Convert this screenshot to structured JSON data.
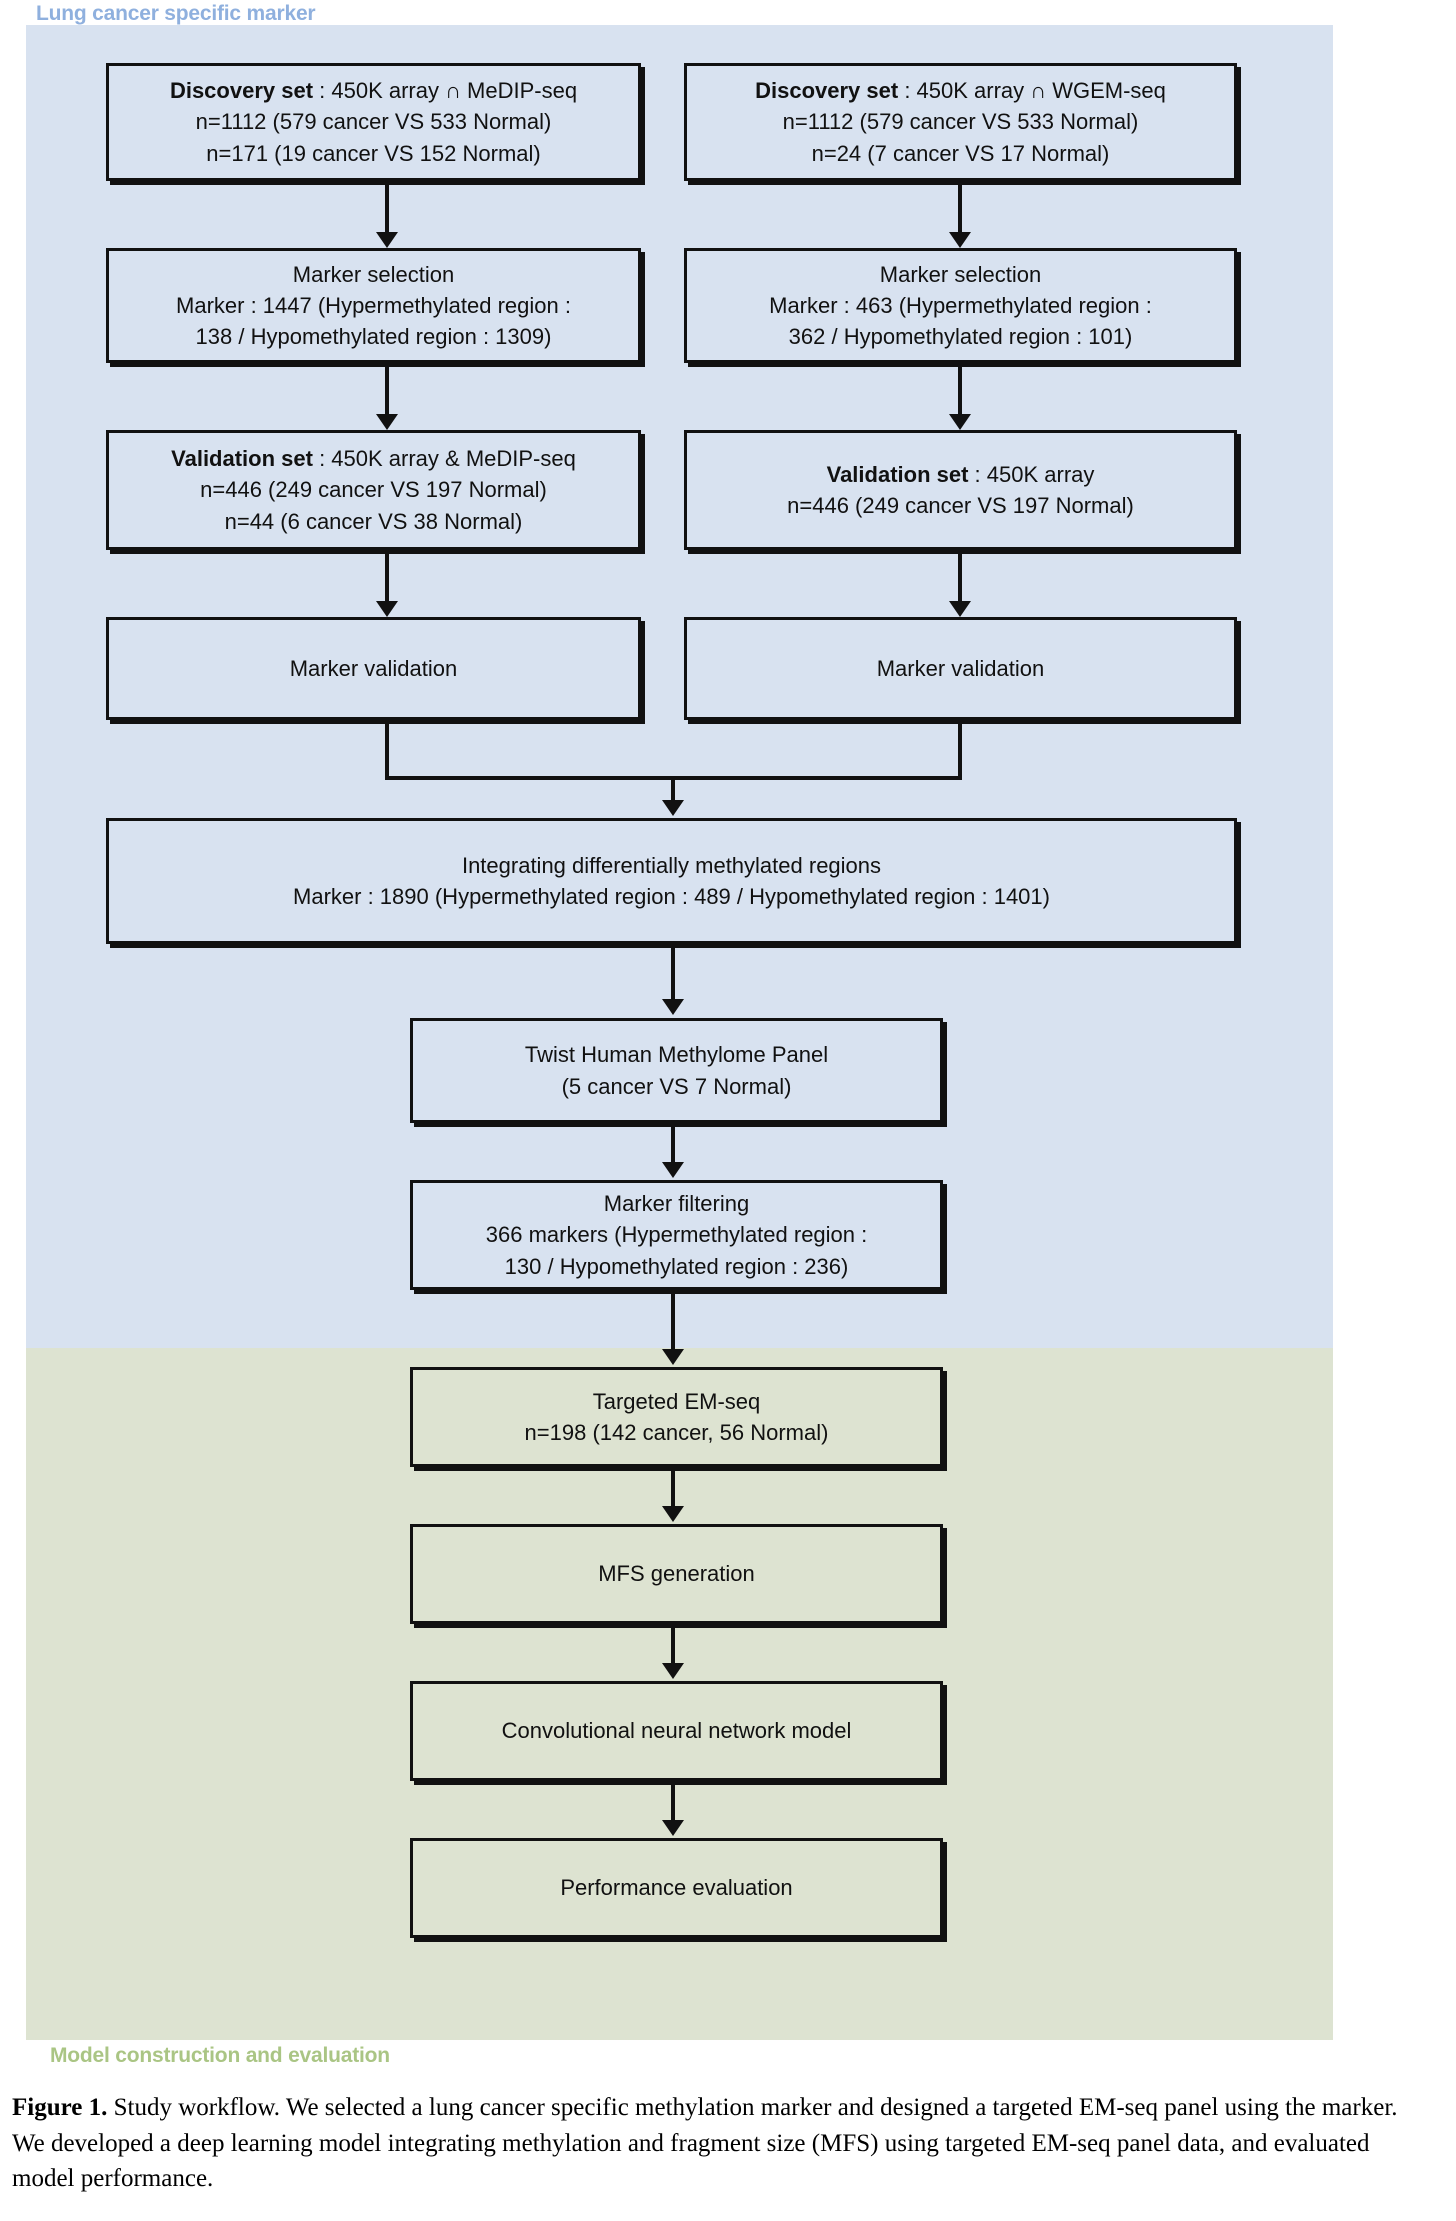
{
  "sections": {
    "top": {
      "label": "Lung cancer specific marker",
      "color": "#8fb0de",
      "background": "#d8e2f0"
    },
    "bottom": {
      "label": "Model construction and evaluation",
      "color": "#aac584",
      "background": "#dde3d1"
    }
  },
  "nodes": {
    "discovery_left": {
      "line1_bold": "Discovery set",
      "line1_rest": " : 450K array ∩ MeDIP-seq",
      "line2": "n=1112 (579 cancer VS 533 Normal)",
      "line3": "n=171 (19 cancer VS 152 Normal)"
    },
    "discovery_right": {
      "line1_bold": "Discovery set",
      "line1_rest": " : 450K array ∩ WGEM-seq",
      "line2": "n=1112 (579 cancer VS 533 Normal)",
      "line3": "n=24 (7 cancer VS 17 Normal)"
    },
    "marker_selection_left": {
      "line1": "Marker selection",
      "line2": "Marker : 1447 (Hypermethylated region :",
      "line3": "138 / Hypomethylated region : 1309)"
    },
    "marker_selection_right": {
      "line1": "Marker selection",
      "line2": "Marker : 463 (Hypermethylated region :",
      "line3": "362 / Hypomethylated region : 101)"
    },
    "validation_left": {
      "line1_bold": "Validation set",
      "line1_rest": " : 450K array & MeDIP-seq",
      "line2": "n=446 (249 cancer VS 197 Normal)",
      "line3": "n=44 (6 cancer VS 38 Normal)"
    },
    "validation_right": {
      "line1_bold": "Validation set",
      "line1_rest": " : 450K array",
      "line2": "n=446 (249 cancer VS 197 Normal)"
    },
    "marker_validation_left": {
      "line1": "Marker validation"
    },
    "marker_validation_right": {
      "line1": "Marker validation"
    },
    "integrating": {
      "line1": "Integrating differentially methylated regions",
      "line2": "Marker : 1890 (Hypermethylated region : 489 / Hypomethylated region : 1401)"
    },
    "twist_panel": {
      "line1": "Twist Human Methylome Panel",
      "line2": "(5 cancer VS 7 Normal)"
    },
    "marker_filtering": {
      "line1": "Marker filtering",
      "line2": "366 markers (Hypermethylated region :",
      "line3": "130 / Hypomethylated region : 236)"
    },
    "targeted_emseq": {
      "line1": "Targeted EM-seq",
      "line2": "n=198 (142 cancer, 56 Normal)"
    },
    "mfs_generation": {
      "line1": "MFS generation"
    },
    "cnn_model": {
      "line1": "Convolutional neural network model"
    },
    "performance_evaluation": {
      "line1": "Performance evaluation"
    }
  },
  "caption": {
    "figure_number": "Figure 1.",
    "text": "  Study workflow. We selected a lung cancer specific methylation marker and designed a targeted EM-seq panel using the marker. We developed a deep learning model integrating methylation and fragment size (MFS) using targeted EM-seq panel data, and evaluated model performance."
  }
}
